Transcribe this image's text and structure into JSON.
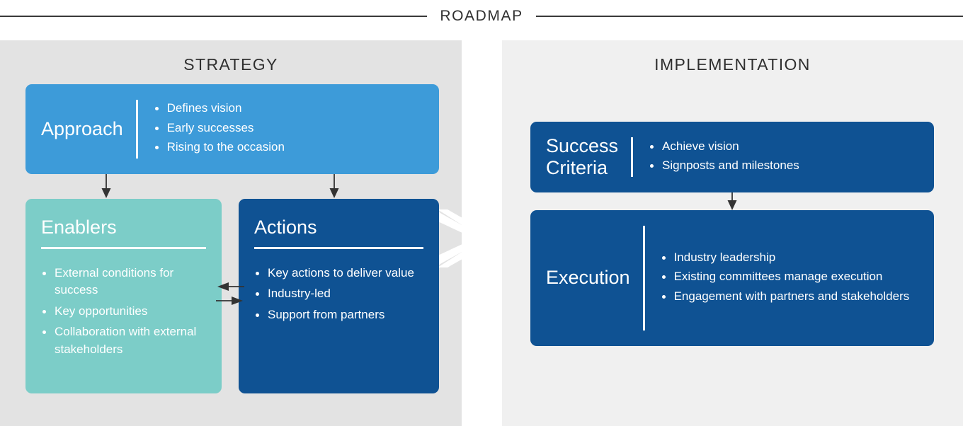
{
  "header": {
    "title": "ROADMAP"
  },
  "panels": [
    {
      "id": "strategy",
      "heading": "STRATEGY",
      "background": "#e3e3e3"
    },
    {
      "id": "implementation",
      "heading": "IMPLEMENTATION",
      "background": "#f0f0f0"
    }
  ],
  "colors": {
    "approach": "#3d9bd9",
    "enablers": "#7ccdc8",
    "actions": "#0f5293",
    "success_criteria": "#0f5293",
    "execution": "#0f5293",
    "panel_strategy_bg": "#e3e3e3",
    "panel_implementation_bg": "#f0f0f0",
    "rule": "#3a3a3a",
    "heading_text": "#2f2f2f",
    "card_text": "#ffffff",
    "arrow": "#333333",
    "chevron": "#ffffff"
  },
  "cards": {
    "approach": {
      "title": "Approach",
      "layout": "split",
      "bullets": [
        "Defines vision",
        "Early successes",
        "Rising to the occasion"
      ]
    },
    "enablers": {
      "title": "Enablers",
      "layout": "stacked",
      "bullets": [
        "External conditions for success",
        "Key opportunities",
        "Collaboration with external stakeholders"
      ]
    },
    "actions": {
      "title": "Actions",
      "layout": "stacked",
      "bullets": [
        "Key actions to deliver value",
        "Industry-led",
        "Support from partners"
      ]
    },
    "success_criteria": {
      "title": "Success Criteria",
      "title_line1": "Success",
      "title_line2": "Criteria",
      "layout": "split",
      "bullets": [
        "Achieve vision",
        "Signposts and milestones"
      ]
    },
    "execution": {
      "title": "Execution",
      "layout": "split",
      "bullets": [
        "Industry leadership",
        "Existing committees manage execution",
        "Engagement with partners and stakeholders"
      ]
    }
  },
  "connectors": [
    {
      "id": "approach-to-enablers",
      "direction": "down"
    },
    {
      "id": "approach-to-actions",
      "direction": "down"
    },
    {
      "id": "actions-to-enablers",
      "direction": "left"
    },
    {
      "id": "enablers-to-actions",
      "direction": "right"
    },
    {
      "id": "success-criteria-to-execution",
      "direction": "down"
    },
    {
      "id": "strategy-to-implementation",
      "direction": "right"
    }
  ]
}
